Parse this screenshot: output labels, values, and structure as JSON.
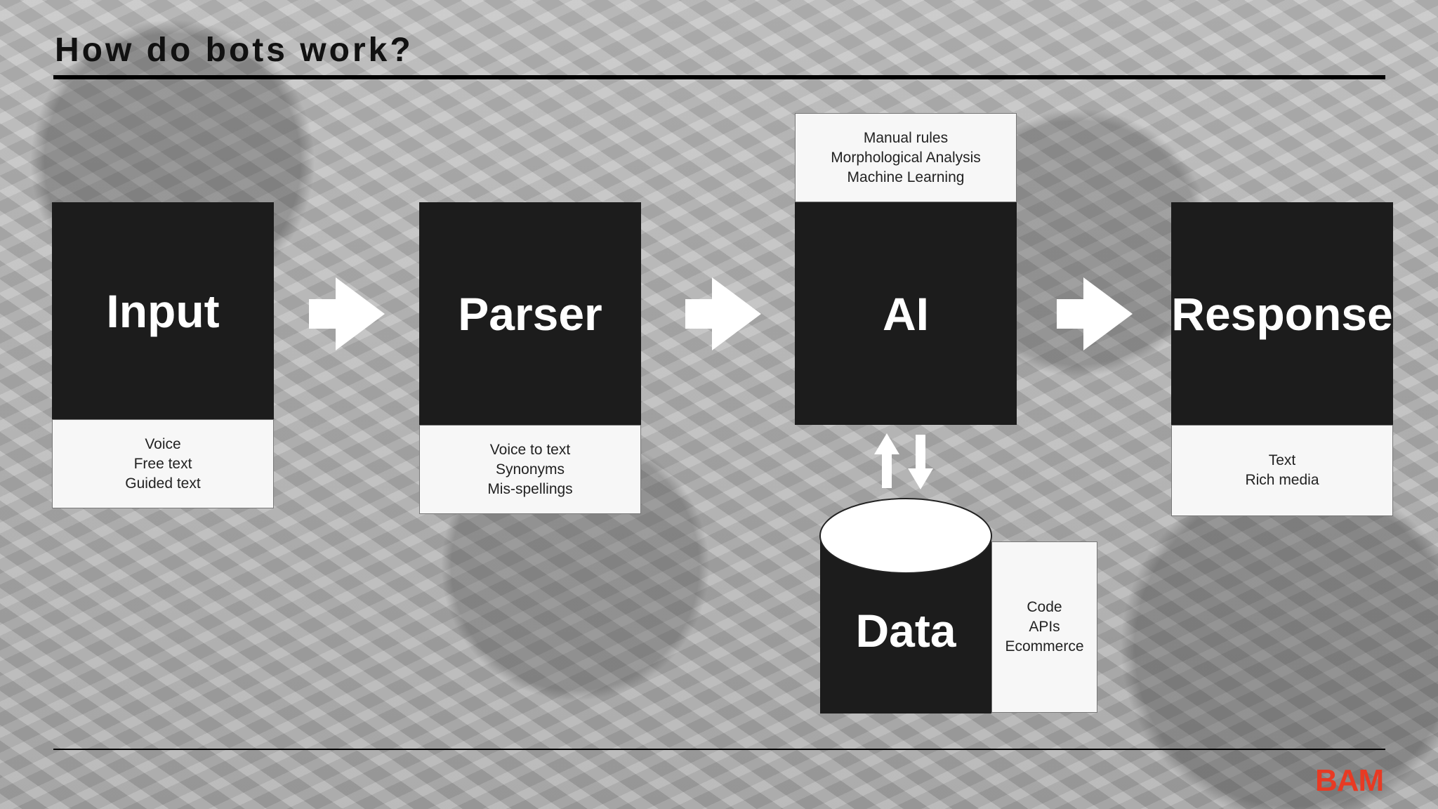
{
  "slide": {
    "title": "How do bots work?",
    "logo": "BAM"
  },
  "stages": [
    {
      "name": "Input",
      "notes": [
        "Voice",
        "Free text",
        "Guided text"
      ]
    },
    {
      "name": "Parser",
      "notes": [
        "Voice to text",
        "Synonyms",
        "Mis-spellings"
      ]
    },
    {
      "name": "AI",
      "notes": [
        "Manual rules",
        "Morphological Analysis",
        "Machine Learning"
      ]
    },
    {
      "name": "Response",
      "notes": [
        "Text",
        "Rich media"
      ]
    }
  ],
  "data_store": {
    "name": "Data",
    "notes": [
      "Code",
      "APIs",
      "Ecommerce"
    ]
  },
  "colors": {
    "block": "#1c1c1c",
    "note": "#f7f7f7",
    "logo": "#e83a23"
  }
}
